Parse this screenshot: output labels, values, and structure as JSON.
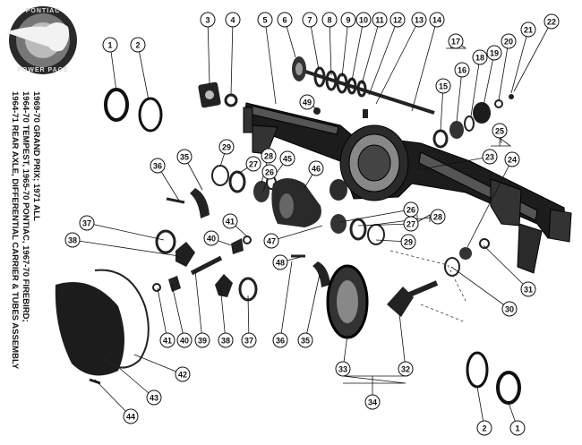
{
  "logo": {
    "top_text": "PONTIAC",
    "bottom_text": "POWER PAGE"
  },
  "caption": {
    "line1": "1964-71 REAR AXLE, DIFFERENTIAL CARRIER & TUBES ASSEMBLY",
    "line2": "1964-70 TEMPEST, 1965-70 PONTIAC, 1967-70 FIREBIRD;",
    "line3": "1969-70 GRAND PRIX; 1971 ALL"
  },
  "callouts": [
    {
      "label": "1"
    },
    {
      "label": "2"
    },
    {
      "label": "3"
    },
    {
      "label": "4"
    },
    {
      "label": "5"
    },
    {
      "label": "6"
    },
    {
      "label": "7"
    },
    {
      "label": "8"
    },
    {
      "label": "9"
    },
    {
      "label": "10"
    },
    {
      "label": "11"
    },
    {
      "label": "12"
    },
    {
      "label": "13"
    },
    {
      "label": "14"
    },
    {
      "label": "17"
    },
    {
      "label": "16"
    },
    {
      "label": "15"
    },
    {
      "label": "18"
    },
    {
      "label": "19"
    },
    {
      "label": "20"
    },
    {
      "label": "21"
    },
    {
      "label": "22"
    },
    {
      "label": "49"
    },
    {
      "label": "25"
    },
    {
      "label": "24"
    },
    {
      "label": "23"
    },
    {
      "label": "29"
    },
    {
      "label": "27"
    },
    {
      "label": "28"
    },
    {
      "label": "26"
    },
    {
      "label": "45"
    },
    {
      "label": "35"
    },
    {
      "label": "36"
    },
    {
      "label": "46"
    },
    {
      "label": "41"
    },
    {
      "label": "40"
    },
    {
      "label": "37"
    },
    {
      "label": "38"
    },
    {
      "label": "26"
    },
    {
      "label": "27"
    },
    {
      "label": "28"
    },
    {
      "label": "47"
    },
    {
      "label": "29"
    },
    {
      "label": "48"
    },
    {
      "label": "31"
    },
    {
      "label": "30"
    },
    {
      "label": "41"
    },
    {
      "label": "40"
    },
    {
      "label": "39"
    },
    {
      "label": "38"
    },
    {
      "label": "37"
    },
    {
      "label": "36"
    },
    {
      "label": "35"
    },
    {
      "label": "33"
    },
    {
      "label": "32"
    },
    {
      "label": "34"
    },
    {
      "label": "42"
    },
    {
      "label": "43"
    },
    {
      "label": "44"
    },
    {
      "label": "2"
    },
    {
      "label": "1"
    }
  ]
}
